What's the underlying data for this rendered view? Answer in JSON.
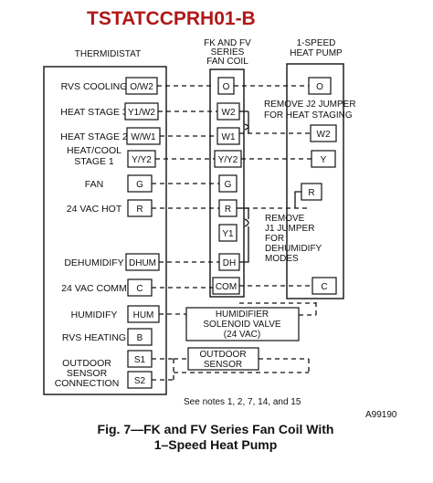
{
  "title": "TSTATCCPRH01-B",
  "headers": {
    "thermidistat": "THERMIDISTAT",
    "fancoil": [
      "FK AND FV",
      "SERIES",
      "FAN COIL"
    ],
    "heatpump": [
      "1-SPEED",
      "HEAT PUMP"
    ]
  },
  "thermidistat_rows": [
    {
      "label": [
        "RVS COOLING"
      ],
      "terminal": "O/W2"
    },
    {
      "label": [
        "HEAT STAGE 3"
      ],
      "terminal": "Y1/W2"
    },
    {
      "label": [
        "HEAT STAGE 2"
      ],
      "terminal": "W/W1"
    },
    {
      "label": [
        "HEAT/COOL",
        "STAGE 1"
      ],
      "terminal": "Y/Y2"
    },
    {
      "label": [
        "FAN"
      ],
      "terminal": "G"
    },
    {
      "label": [
        "24 VAC HOT"
      ],
      "terminal": "R"
    },
    {
      "label": [
        "DEHUMIDIFY"
      ],
      "terminal": "DHUM"
    },
    {
      "label": [
        "24 VAC COMM"
      ],
      "terminal": "C"
    },
    {
      "label": [
        "HUMIDIFY"
      ],
      "terminal": "HUM"
    },
    {
      "label": [
        "RVS HEATING"
      ],
      "terminal": "B"
    },
    {
      "label": [
        "OUTDOOR",
        "SENSOR",
        "CONNECTION"
      ],
      "terminal": "S1"
    },
    {
      "label": [],
      "terminal": "S2"
    }
  ],
  "fancoil_terminals": [
    "O",
    "W2",
    "W1",
    "Y/Y2",
    "G",
    "R",
    "Y1",
    "DH",
    "COM"
  ],
  "heatpump_terminals": [
    "O",
    "W2",
    "Y",
    "R",
    "C"
  ],
  "notes": {
    "j2": [
      "REMOVE J2 JUMPER",
      "FOR HEAT STAGING"
    ],
    "j1": [
      "REMOVE",
      "J1 JUMPER",
      "FOR",
      "DEHUMIDIFY",
      "MODES"
    ]
  },
  "humidifier": [
    "HUMIDIFIER",
    "SOLENOID VALVE",
    "(24 VAC)"
  ],
  "outdoor_sensor": "OUTDOOR SENSOR",
  "see_notes": "See notes 1, 2, 7, 14, and 15",
  "figure_id": "A99190",
  "caption": [
    "Fig. 7—FK and FV Series Fan Coil With",
    "1–Speed Heat Pump"
  ]
}
